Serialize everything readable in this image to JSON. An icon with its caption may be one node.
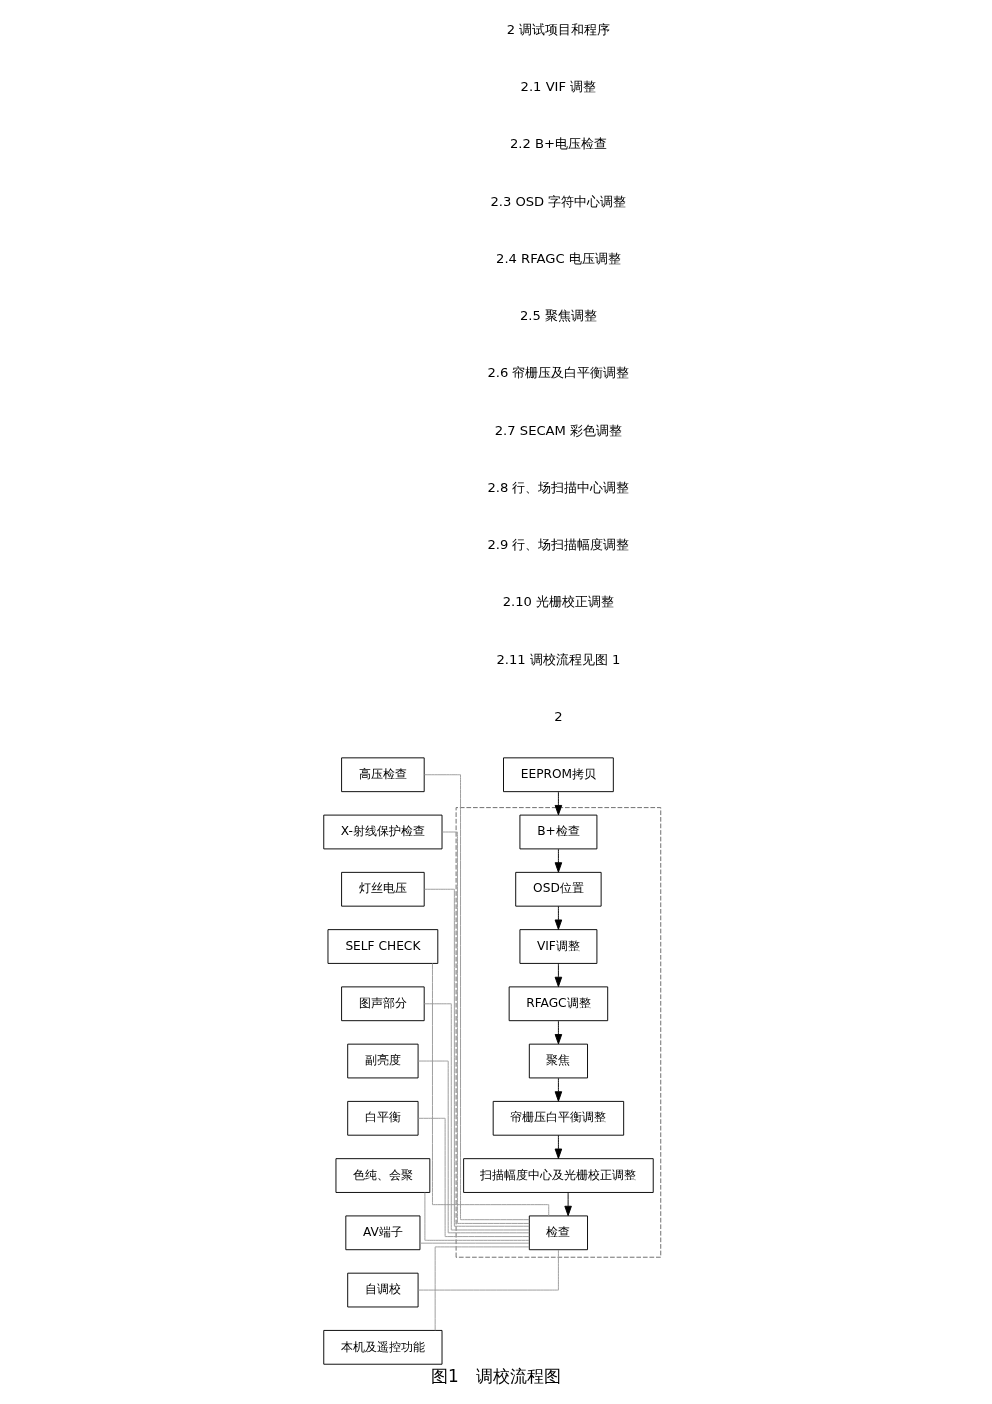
{
  "diagram": {
    "caption": "图1　调校流程图",
    "nodes": [
      {
        "text": [
          "EEPROM拷贝"
        ]
      },
      {
        "text": [],
        "shape": "box"
      },
      {
        "text": [
          "B+检查"
        ],
        "in": 1
      },
      {
        "text": [
          "OSD位置"
        ],
        "in": 1
      },
      {
        "text": [
          "VIF调整"
        ],
        "in": 1
      },
      {
        "text": [
          "RFAGC调整"
        ],
        "in": 1
      },
      {
        "text": [
          "聚焦"
        ],
        "in": 1
      },
      {
        "text": [
          "帘栅压白平衡调整"
        ],
        "in": 1
      },
      {
        "text": [
          "扫描幅度中心及光栅校正调整"
        ],
        "in": 1
      },
      {
        "text": [
          "检查"
        ],
        "in": 1
      },
      {
        "text": [
          "高压检查"
        ]
      },
      {
        "text": [
          "X-射线保护检查"
        ]
      },
      {
        "text": [
          "灯丝电压"
        ]
      },
      {
        "text": [
          "SELF CHECK"
        ]
      },
      {
        "text": [
          "图声部分"
        ]
      },
      {
        "text": [
          "副亮度"
        ]
      },
      {
        "text": [
          "白平衡"
        ]
      },
      {
        "text": [
          "色纯、会聚"
        ]
      },
      {
        "text": [
          "AV端子"
        ]
      },
      {
        "text": [
          "自调校"
        ]
      },
      {
        "text": [
          "本机及遥控功能"
        ]
      }
    ],
    "edges": [
      {
        "from": 0,
        "to": 2,
        "arrow": "to",
        "color": "#000000"
      },
      {
        "from": 2,
        "to": 3,
        "arrow": "to",
        "color": "#000000"
      },
      {
        "from": 3,
        "to": 4,
        "arrow": "to",
        "color": "#000000"
      },
      {
        "from": 4,
        "to": 5,
        "arrow": "to",
        "color": "#000000"
      },
      {
        "from": 5,
        "to": 6,
        "arrow": "to",
        "color": "#000000"
      },
      {
        "from": 6,
        "to": 7,
        "arrow": "to",
        "color": "#000000"
      },
      {
        "from": 7,
        "to": 8,
        "arrow": "to",
        "color": "#000000"
      },
      {
        "from": 8,
        "to": 9,
        "arrow": "to",
        "color": "#000000"
      },
      {
        "from": 9,
        "to": 10,
        "arrow": "none"
      },
      {
        "from": 9,
        "to": 11,
        "arrow": "none"
      },
      {
        "from": 9,
        "to": 12,
        "arrow": "none"
      },
      {
        "from": 9,
        "to": 13,
        "arrow": "none"
      },
      {
        "from": 9,
        "to": 14,
        "arrow": "none"
      },
      {
        "from": 9,
        "to": 15,
        "arrow": "none"
      },
      {
        "from": 9,
        "to": 16,
        "arrow": "none"
      },
      {
        "from": 9,
        "to": 17,
        "arrow": "none"
      },
      {
        "from": 9,
        "to": 18,
        "arrow": "none"
      },
      {
        "from": 9,
        "to": 19,
        "arrow": "none"
      },
      {
        "from": 9,
        "to": 20,
        "arrow": "none"
      }
    ],
    "labels": [
      "2 调试项目和程序",
      "2.1 VIF 调整",
      "2.2 B+电压检查",
      "2.3 OSD 字符中心调整",
      "2.4 RFAGC 电压调整",
      "2.5 聚焦调整",
      "2.6 帘栅压及白平衡调整",
      "2.7 SECAM 彩色调整",
      "2.8 行、场扫描中心调整",
      "2.9 行、场扫描幅度调整",
      "2.10 光栅校正调整",
      "2.11 调校流程见图 1",
      "2"
    ]
  }
}
